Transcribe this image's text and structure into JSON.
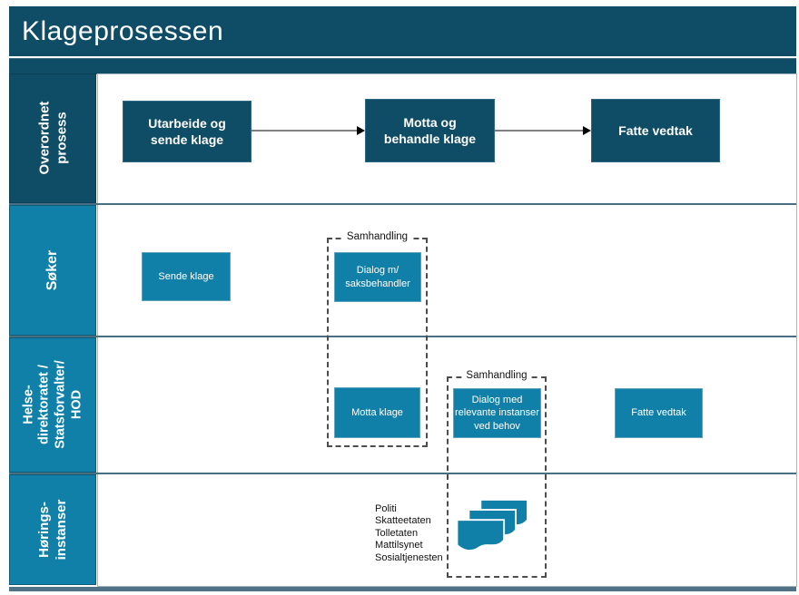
{
  "title": "Klageprosessen",
  "colors": {
    "dark_teal": "#0F4C66",
    "light_teal": "#1180A8",
    "footer_slate": "#4F7286"
  },
  "overall_process": {
    "lane_label": "Overordnet\nprosess",
    "steps": [
      "Utarbeide og\nsende klage",
      "Motta og\nbehandle klage",
      "Fatte vedtak"
    ]
  },
  "soker": {
    "lane_label": "Søker",
    "sende_klage": "Sende klage",
    "samhandling_label": "Samhandling",
    "dialog_box": "Dialog m/\nsaksbehandler"
  },
  "helsedirektoratet": {
    "lane_label": "Helse-\ndirektoratet /\nStatsforvalter/\nHOD",
    "motta_klage": "Motta klage",
    "samhandling_label": "Samhandling",
    "dialog_box": "Dialog med\nrelevante instanser\nved behov",
    "fatte_vedtak": "Fatte vedtak"
  },
  "horingsinstanser": {
    "lane_label": "Hørings-\ninstanser",
    "instanser": "Politi\nSkatteetaten\nTolletaten\nMattilsynet\nSosialtjenesten",
    "icon": "stacked-documents-icon"
  }
}
